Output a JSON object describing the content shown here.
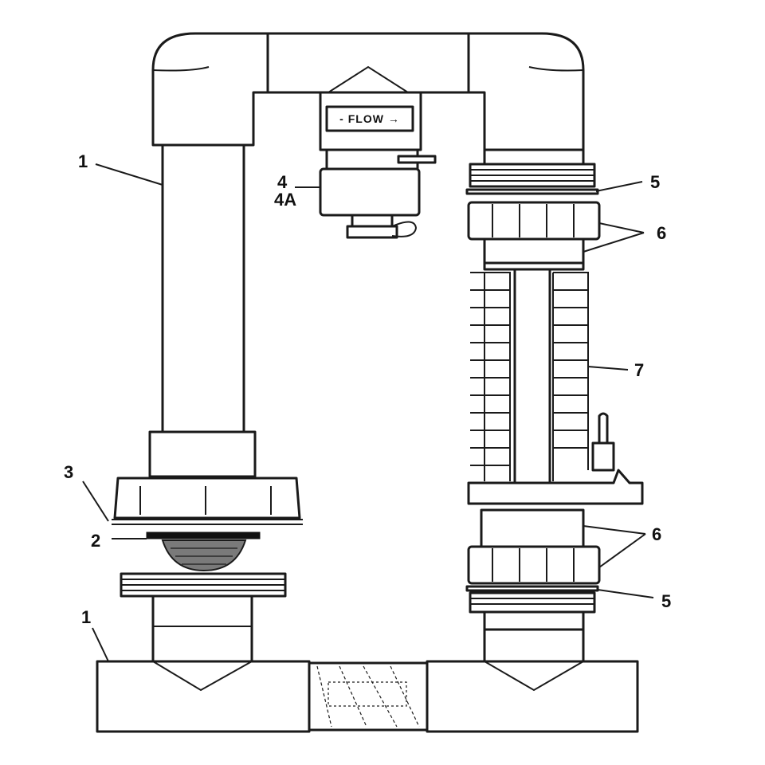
{
  "colors": {
    "line": "#1a1a1a",
    "background": "#ffffff"
  },
  "flow_label": "- FLOW →",
  "callouts": {
    "c1_top": "1",
    "c1_bottom": "1",
    "c2": "2",
    "c3": "3",
    "c4": "4",
    "c4a": "4A",
    "c5_top": "5",
    "c5_bottom": "5",
    "c6_top": "6",
    "c6_bottom": "6",
    "c7": "7"
  }
}
